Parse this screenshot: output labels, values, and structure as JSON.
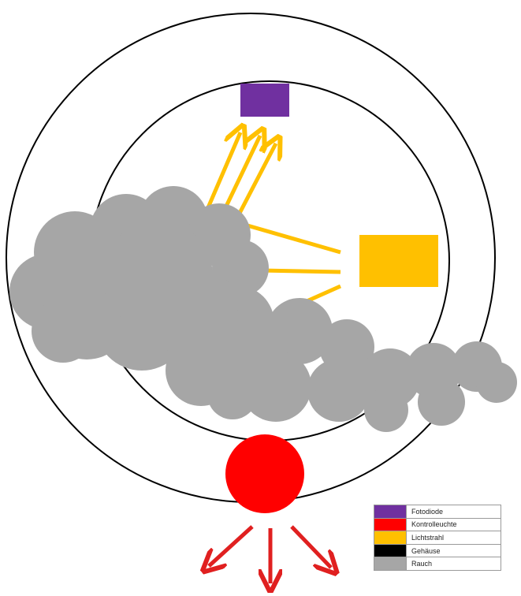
{
  "colors": {
    "housing": "#000000",
    "photodiode": "#7030a0",
    "control_led": "#ff0000",
    "light_beam": "#ffc000",
    "smoke": "#a6a6a6",
    "arrow": "#e02020"
  },
  "legend": {
    "items": [
      {
        "label": "Fotodiode",
        "color": "#7030a0"
      },
      {
        "label": "Kontrolleuchte",
        "color": "#ff0000"
      },
      {
        "label": "Lichtstrahl",
        "color": "#ffc000"
      },
      {
        "label": "Gehäuse",
        "color": "#000000"
      },
      {
        "label": "Rauch",
        "color": "#a6a6a6"
      }
    ]
  }
}
